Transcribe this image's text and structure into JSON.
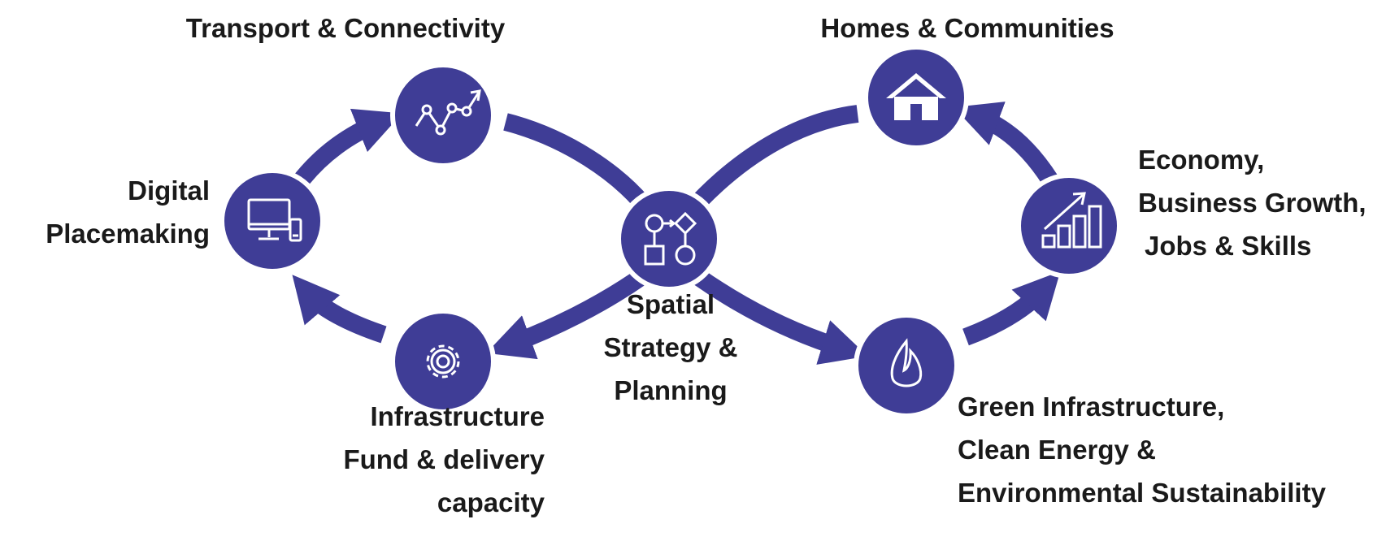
{
  "colors": {
    "loop": "#3f3d96",
    "node_fill": "#3f3d96",
    "node_ring": "#ffffff",
    "icon": "#ffffff",
    "text": "#1a1a1a",
    "background": "#ffffff"
  },
  "nodes": {
    "transport": {
      "icon": "line-chart-icon",
      "label": [
        "Transport & Connectivity"
      ]
    },
    "homes": {
      "icon": "house-icon",
      "label": [
        "Homes & Communities"
      ]
    },
    "digital": {
      "icon": "devices-icon",
      "label": [
        "Digital",
        "Placemaking"
      ]
    },
    "economy": {
      "icon": "growth-bars-icon",
      "label": [
        "Economy,",
        "Business Growth,",
        "Jobs & Skills"
      ]
    },
    "spatial": {
      "icon": "flowchart-icon",
      "label": [
        "Spatial",
        "Strategy &",
        "Planning"
      ]
    },
    "infrastructure": {
      "icon": "gear-icon",
      "label": [
        "Infrastructure",
        "Fund & delivery",
        "capacity"
      ]
    },
    "green": {
      "icon": "flame-icon",
      "label": [
        "Green Infrastructure,",
        "Clean Energy &",
        "Environmental Sustainability"
      ]
    }
  }
}
